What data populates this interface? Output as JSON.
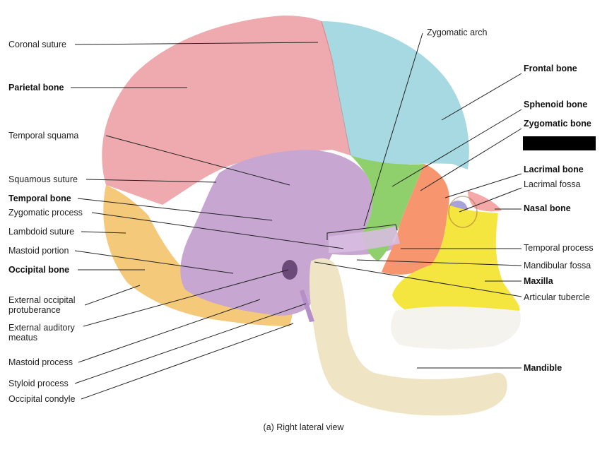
{
  "labels_left": [
    {
      "id": "coronal-suture",
      "text": "Coronal suture",
      "bold": false
    },
    {
      "id": "parietal-bone",
      "text": "Parietal bone",
      "bold": true
    },
    {
      "id": "temporal-squama",
      "text": "Temporal squama",
      "bold": false
    },
    {
      "id": "squamous-suture",
      "text": "Squamous suture",
      "bold": false
    },
    {
      "id": "temporal-bone",
      "text": "Temporal bone",
      "bold": true
    },
    {
      "id": "zygomatic-process",
      "text": "Zygomatic process",
      "bold": false
    },
    {
      "id": "lambdoid-suture",
      "text": "Lambdoid suture",
      "bold": false
    },
    {
      "id": "mastoid-portion",
      "text": "Mastoid portion",
      "bold": false
    },
    {
      "id": "occipital-bone",
      "text": "Occipital bone",
      "bold": true
    },
    {
      "id": "external-occipital-protuberance",
      "text": "External occipital protuberance",
      "bold": false
    },
    {
      "id": "external-auditory-meatus",
      "text": "External auditory meatus",
      "bold": false
    },
    {
      "id": "mastoid-process",
      "text": "Mastoid process",
      "bold": false
    },
    {
      "id": "styloid-process",
      "text": "Styloid process",
      "bold": false
    },
    {
      "id": "occipital-condyle",
      "text": "Occipital condyle",
      "bold": false
    }
  ],
  "labels_right": [
    {
      "id": "zygomatic-arch",
      "text": "Zygomatic arch",
      "bold": false
    },
    {
      "id": "frontal-bone",
      "text": "Frontal bone",
      "bold": true
    },
    {
      "id": "sphenoid-bone",
      "text": "Sphenoid bone",
      "bold": true
    },
    {
      "id": "zygomatic-bone",
      "text": "Zygomatic bone",
      "bold": true
    },
    {
      "id": "lacrimal-bone",
      "text": "Lacrimal bone",
      "bold": true
    },
    {
      "id": "lacrimal-fossa",
      "text": "Lacrimal fossa",
      "bold": false
    },
    {
      "id": "nasal-bone",
      "text": "Nasal bone",
      "bold": true
    },
    {
      "id": "temporal-process",
      "text": "Temporal process",
      "bold": false
    },
    {
      "id": "mandibular-fossa",
      "text": "Mandibular fossa",
      "bold": false
    },
    {
      "id": "maxilla",
      "text": "Maxilla",
      "bold": true
    },
    {
      "id": "articular-tubercle",
      "text": "Articular tubercle",
      "bold": false
    },
    {
      "id": "mandible",
      "text": "Mandible",
      "bold": true
    }
  ],
  "caption": "(a) Right lateral view",
  "colors": {
    "parietal": "#eeaaae",
    "frontal": "#a6d9e2",
    "temporal": "#c7a6d1",
    "occipital": "#f5c97a",
    "sphenoid": "#8fd06c",
    "zygomatic": "#f7956e",
    "maxilla": "#f4e53f",
    "nasal": "#f5a8a8",
    "lacrimal": "#a8a2d8",
    "mandible": "#efe4c4",
    "teeth": "#f5f3ee",
    "leader": "#222222"
  }
}
